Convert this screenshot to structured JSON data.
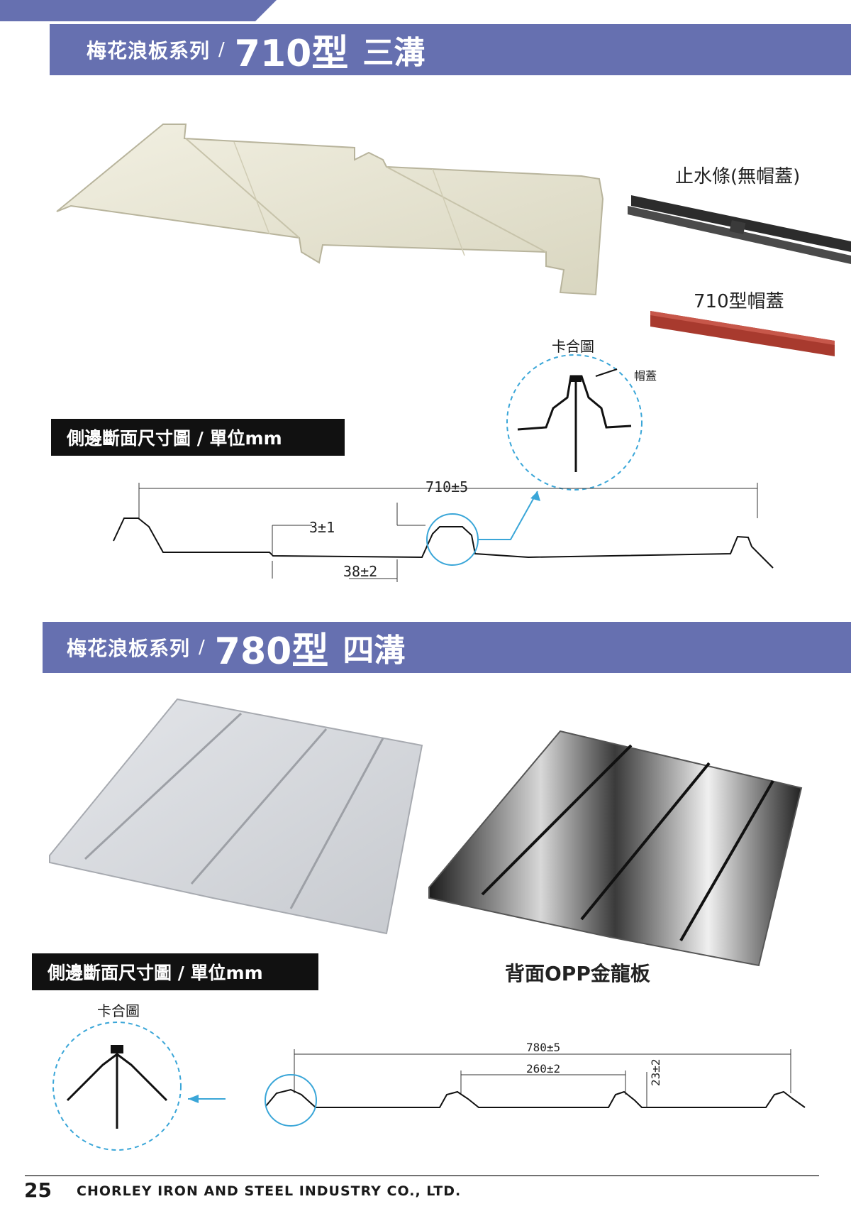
{
  "section1": {
    "series": "梅花浪板系列",
    "slash": "/",
    "model": "710型",
    "grooves": "三溝",
    "seal_strip_label": "止水條(無帽蓋)",
    "cap_label": "710型帽蓋",
    "clip_diagram_label": "卡合圖",
    "cap_callout": "帽蓋",
    "section_label": "側邊斷面尺寸圖 / 單位mm",
    "dim_total": "710±5",
    "dim_height": "3±1",
    "dim_bottom": "38±2"
  },
  "section2": {
    "series": "梅花浪板系列",
    "slash": "/",
    "model": "780型",
    "grooves": "四溝",
    "opp_label": "背面OPP金龍板",
    "section_label": "側邊斷面尺寸圖 / 單位mm",
    "clip_diagram_label": "卡合圖",
    "dim_total": "780±5",
    "dim_pitch": "260±2",
    "dim_height": "23±2"
  },
  "footer": {
    "page_number": "25",
    "company": "CHORLEY IRON AND STEEL INDUSTRY CO., LTD."
  },
  "colors": {
    "band": "#6670b0",
    "accent_cyan": "#3aa6d8",
    "panel_cream": "#e9e6d4",
    "cap_red": "#a83a2e"
  }
}
